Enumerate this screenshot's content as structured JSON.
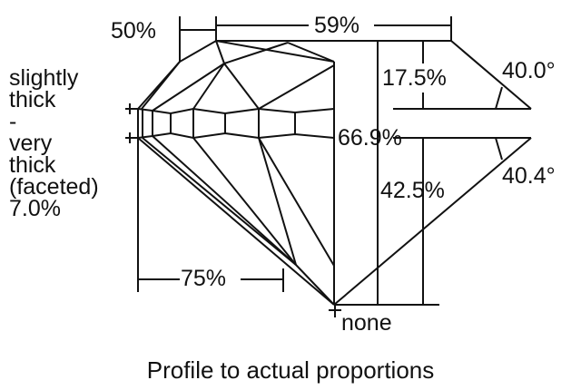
{
  "diagram": {
    "subject": "Diamond profile",
    "caption": "Profile to actual proportions",
    "labels": {
      "table_width": "50%",
      "crown_width": "59%",
      "crown_height": "17.5%",
      "crown_angle": "40.0°",
      "total_depth": "66.9%",
      "pavilion_depth": "42.5%",
      "pavilion_angle": "40.4°",
      "lower_half": "75%",
      "culet": "none"
    },
    "girdle": {
      "lines": [
        "slightly",
        "thick",
        "-",
        "very",
        "thick",
        "(faceted)",
        "7.0%"
      ]
    },
    "colors": {
      "stroke": "#111111",
      "background": "#ffffff"
    }
  }
}
